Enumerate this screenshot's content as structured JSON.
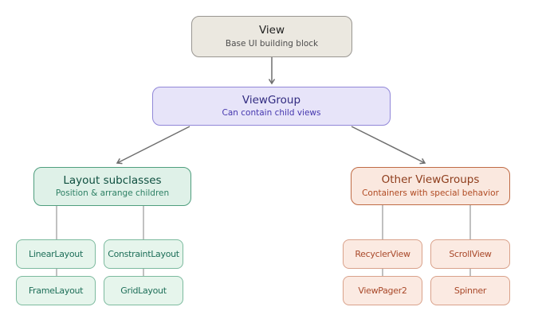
{
  "nodes": {
    "view": {
      "title": "View",
      "subtitle": "Base UI building block"
    },
    "viewgroup": {
      "title": "ViewGroup",
      "subtitle": "Can contain child views"
    },
    "layouts": {
      "title": "Layout subclasses",
      "subtitle": "Position & arrange children",
      "children": [
        "LinearLayout",
        "ConstraintLayout",
        "FrameLayout",
        "GridLayout"
      ]
    },
    "others": {
      "title": "Other ViewGroups",
      "subtitle": "Containers with special behavior",
      "children": [
        "RecyclerView",
        "ScrollView",
        "ViewPager2",
        "Spinner"
      ]
    }
  },
  "colors": {
    "view_fill": "#ebe8e0",
    "view_border": "#999691",
    "view_title": "#1f1f1f",
    "view_subtitle": "#4d4d4d",
    "viewgroup_fill": "#e7e4f9",
    "viewgroup_border": "#9187d8",
    "viewgroup_title": "#312b80",
    "viewgroup_subtitle": "#4537ae",
    "layouts_fill": "#dff1e8",
    "layouts_border": "#4f9e7e",
    "layouts_title": "#0e4f3f",
    "layouts_subtitle": "#2e8065",
    "layouts_leaf_fill": "#e6f5ec",
    "layouts_leaf_border": "#7cba9e",
    "layouts_leaf_text": "#1d6e58",
    "others_fill": "#fae8df",
    "others_border": "#bf6b45",
    "others_title": "#8e3d1c",
    "others_subtitle": "#b04a22",
    "others_leaf_fill": "#fbeae2",
    "others_leaf_border": "#d9a18a",
    "others_leaf_text": "#a9492a",
    "arrow": "#6e6e6e",
    "line": "#a6a6a6"
  }
}
